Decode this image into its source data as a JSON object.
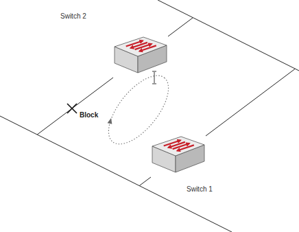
{
  "diagram": {
    "nodes": [
      {
        "text": [
          "Switch 2"
        ]
      },
      {
        "text": [
          "Switch 1"
        ]
      }
    ],
    "edges": [
      {
        "from": 0,
        "to": 1,
        "arrow": "none"
      },
      {
        "from": 0,
        "to": 1,
        "arrow": "none"
      }
    ],
    "labels": [
      "Block"
    ]
  }
}
